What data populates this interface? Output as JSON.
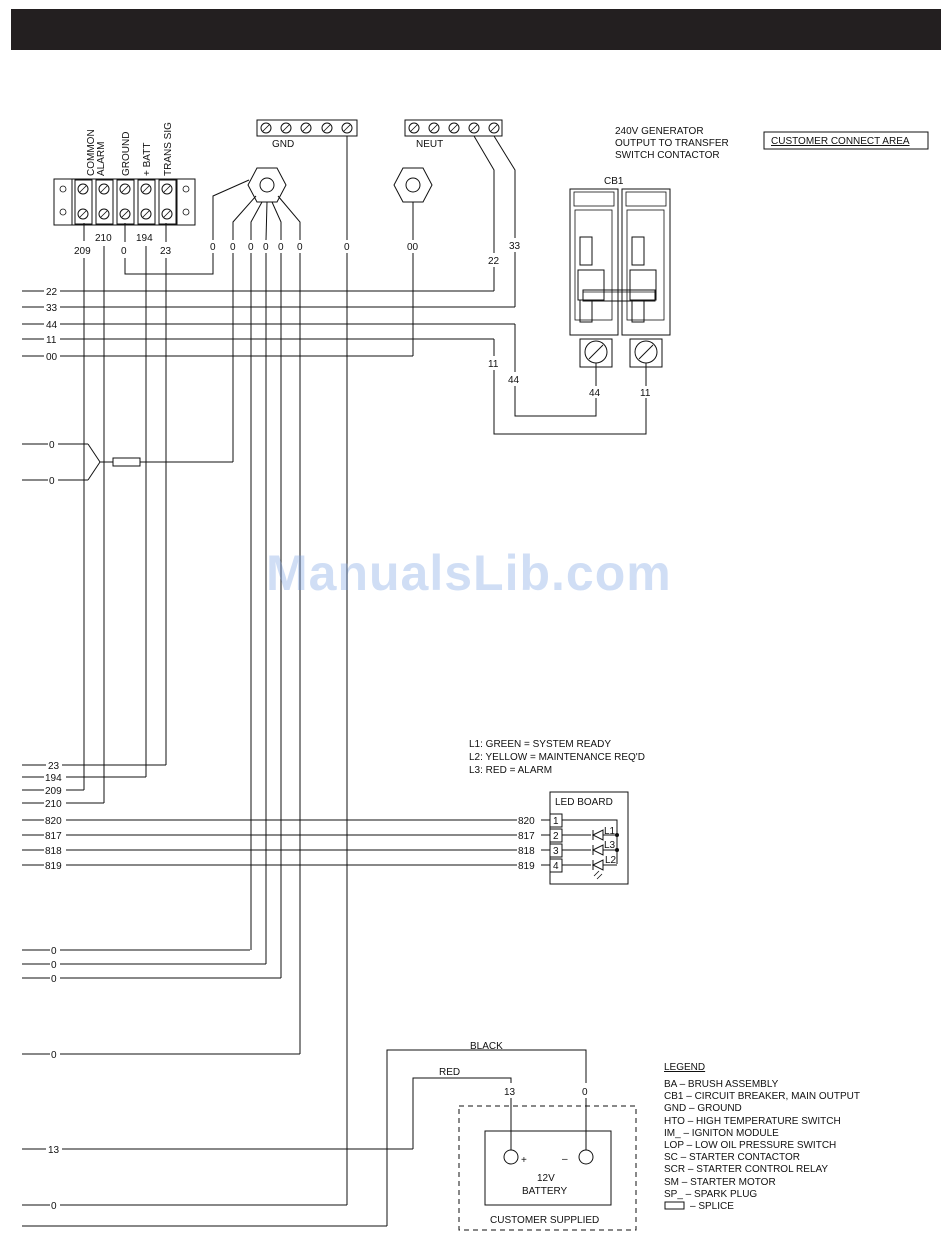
{
  "header": {
    "bar_color": "#231f20"
  },
  "terminal_block": {
    "labels": [
      "COMMON",
      "ALARM",
      "GROUND",
      "+ BATT",
      "TRANS SIG"
    ],
    "wire_numbers": [
      "209",
      "210",
      "0",
      "194",
      "23"
    ]
  },
  "ground_block": {
    "label": "GND",
    "wires": [
      "0",
      "0",
      "0",
      "0",
      "0",
      "0",
      "0"
    ]
  },
  "neutral_block": {
    "label": "NEUT",
    "wire": "00"
  },
  "breaker": {
    "title_lines": [
      "240V GENERATOR",
      "OUTPUT TO TRANSFER",
      "SWITCH CONTACTOR"
    ],
    "label": "CB1",
    "in_wires": [
      "22",
      "33"
    ],
    "out_wires": [
      "44",
      "11"
    ]
  },
  "customer_area_label": "CUSTOMER CONNECT AREA",
  "left_wires": {
    "group1": [
      "22",
      "33",
      "44",
      "11",
      "00"
    ],
    "group2": [
      "0",
      "0"
    ],
    "group3": [
      "23",
      "194",
      "209",
      "210"
    ],
    "group4": [
      "820",
      "817",
      "818",
      "819"
    ],
    "group5": [
      "0",
      "0",
      "0"
    ],
    "group6": [
      "0"
    ],
    "group7": [
      "13",
      "0"
    ]
  },
  "route_labels": {
    "r11": "11",
    "r44": "44"
  },
  "led_legend": [
    "L1:  GREEN  =  SYSTEM  READY",
    "L2:  YELLOW  =  MAINTENANCE  REQ'D",
    "L3:  RED  =  ALARM"
  ],
  "led_board": {
    "title": "LED  BOARD",
    "wires": [
      "820",
      "817",
      "818",
      "819"
    ],
    "pins": [
      "1",
      "2",
      "3",
      "4"
    ],
    "leds": [
      "L1",
      "L3",
      "L2"
    ]
  },
  "battery": {
    "black_label": "BLACK",
    "red_label": "RED",
    "pos_wire": "13",
    "neg_wire": "0",
    "plus": "+",
    "minus": "–",
    "voltage": "12V",
    "name": "BATTERY",
    "supplied": "CUSTOMER  SUPPLIED"
  },
  "legend": {
    "title": "LEGEND",
    "items": [
      "BA  –   BRUSH  ASSEMBLY",
      "CB1 –  CIRCUIT  BREAKER,  MAIN  OUTPUT",
      "GND –  GROUND",
      "HTO –  HIGH  TEMPERATURE  SWITCH",
      "IM_ –  IGNITON  MODULE",
      "LOP  –  LOW  OIL  PRESSURE  SWITCH",
      "SC   –   STARTER  CONTACTOR",
      "SCR  –  STARTER  CONTROL  RELAY",
      "SM   –  STARTER  MOTOR",
      "SP_  –  SPARK  PLUG",
      "–  SPLICE"
    ]
  },
  "watermark": "ManualsLib.com"
}
